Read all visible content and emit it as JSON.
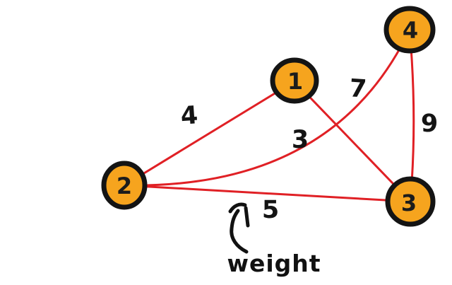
{
  "figure": {
    "type": "undirected-weighted-graph",
    "background": "#ffffff"
  },
  "colors": {
    "node_fill": "#f6a41e",
    "node_border": "#141414",
    "edge": "#e02025",
    "text": "#141414"
  },
  "nodes": [
    {
      "id": "1",
      "label": "1"
    },
    {
      "id": "2",
      "label": "2"
    },
    {
      "id": "3",
      "label": "3"
    },
    {
      "id": "4",
      "label": "4"
    }
  ],
  "edges": [
    {
      "from": "1",
      "to": "2",
      "weight": "4"
    },
    {
      "from": "1",
      "to": "3",
      "weight": "7"
    },
    {
      "from": "2",
      "to": "4",
      "weight": "3"
    },
    {
      "from": "2",
      "to": "3",
      "weight": "5"
    },
    {
      "from": "3",
      "to": "4",
      "weight": "9"
    }
  ],
  "annotation": {
    "label": "weight",
    "points_to": "edge weight 5"
  }
}
